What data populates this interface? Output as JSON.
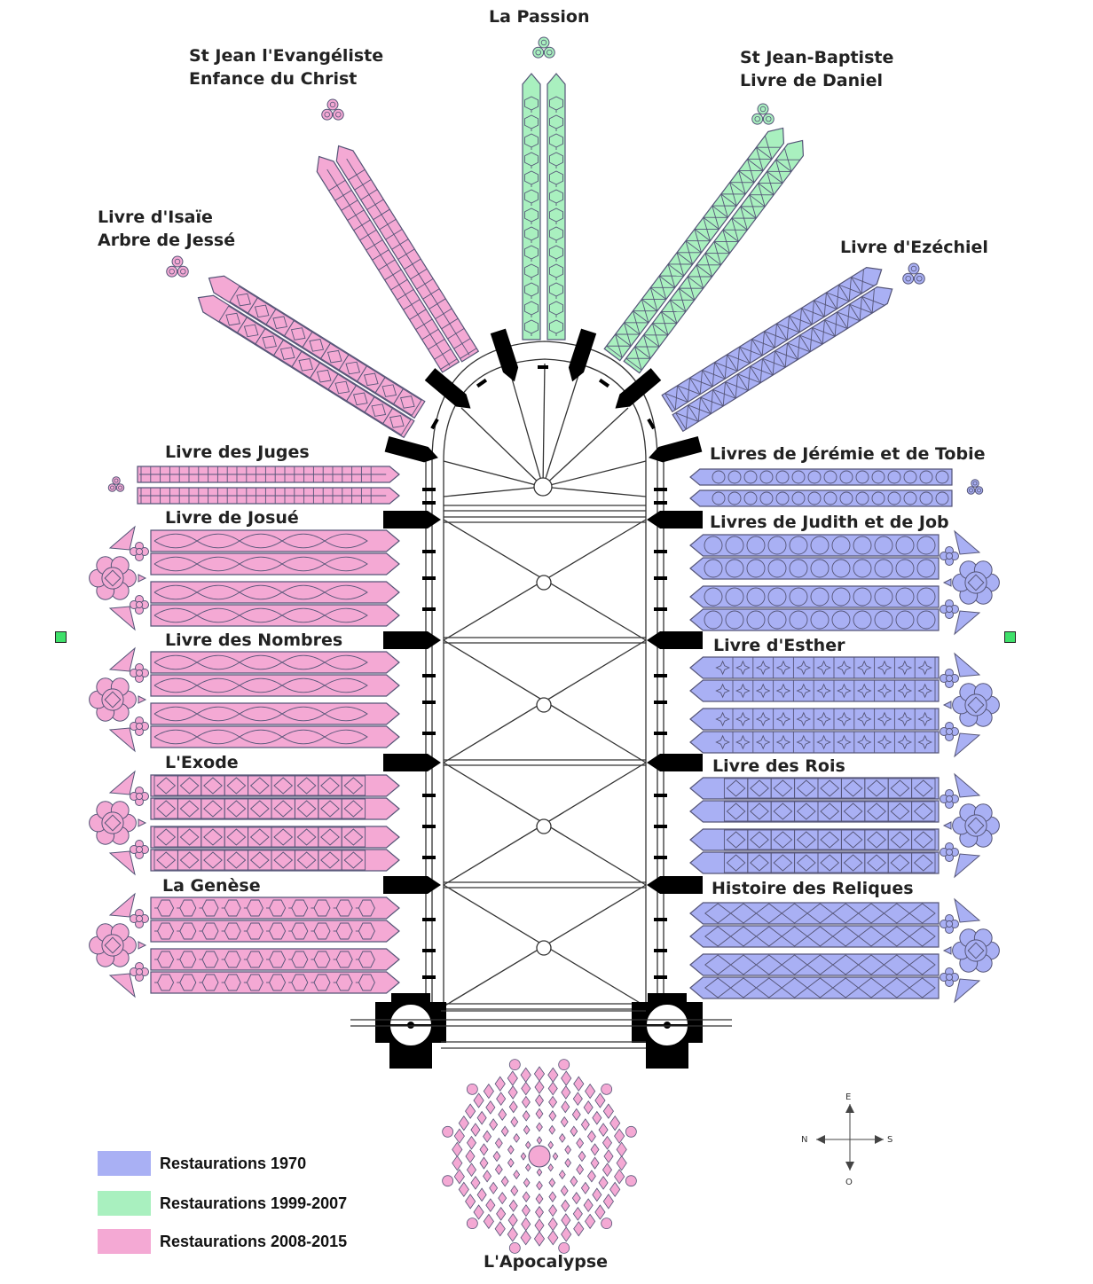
{
  "colors": {
    "r1970": "#a9b0f4",
    "r1999": "#a9f0bf",
    "r2008": "#f4a9d4",
    "stroke": "#555577",
    "structure": "#000000"
  },
  "labels": {
    "passion": "La Passion",
    "jean_evangeliste_1": "St Jean l'Evangéliste",
    "jean_evangeliste_2": "Enfance du Christ",
    "jean_baptiste_1": "St Jean-Baptiste",
    "jean_baptiste_2": "Livre de Daniel",
    "isaie_1": "Livre d'Isaïe",
    "isaie_2": "Arbre de Jessé",
    "ezechiel": "Livre d'Ezéchiel",
    "juges": "Livre des Juges",
    "jeremie": "Livres de Jérémie et de Tobie",
    "josue": "Livre de Josué",
    "judith": "Livres de Judith et de Job",
    "nombres": "Livre des Nombres",
    "esther": "Livre d'Esther",
    "exode": "L'Exode",
    "rois": "Livre des Rois",
    "genese": "La Genèse",
    "reliques": "Histoire des Reliques",
    "apocalypse": "L'Apocalypse"
  },
  "legend": [
    {
      "label": "Restaurations 1970",
      "color_key": "r1970"
    },
    {
      "label": "Restaurations 1999-2007",
      "color_key": "r1999"
    },
    {
      "label": "Restaurations 2008-2015",
      "color_key": "r2008"
    }
  ],
  "compass": {
    "n": "N",
    "s": "S",
    "e": "E",
    "o": "O"
  }
}
